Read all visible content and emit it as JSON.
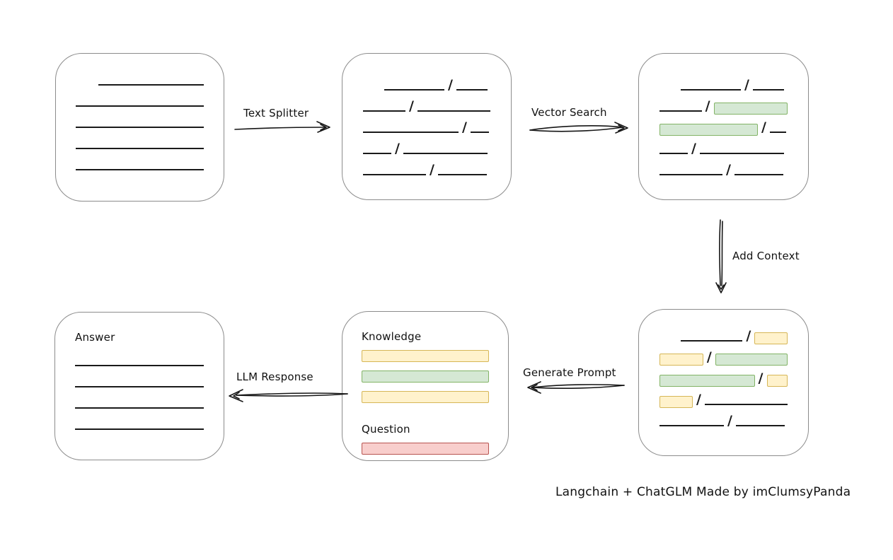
{
  "caption": "Langchain + ChatGLM Made by imClumsyPanda",
  "glyphs": {
    "slash": "/"
  },
  "colors": {
    "green_fill": "#d5e8d4",
    "green_border": "#82b366",
    "yellow_fill": "#fff2cc",
    "yellow_border": "#d6b656",
    "red_fill": "#f8cecc",
    "red_border": "#b85450",
    "stroke": "#1a1a1a",
    "node_border": "#8c8c8c"
  },
  "arrows": {
    "text_splitter": {
      "label": "Text Splitter",
      "direction": "right"
    },
    "vector_search": {
      "label": "Vector Search",
      "direction": "right"
    },
    "add_context": {
      "label": "Add Context",
      "direction": "down"
    },
    "generate_prompt": {
      "label": "Generate Prompt",
      "direction": "left"
    },
    "llm_response": {
      "label": "LLM Response",
      "direction": "left"
    }
  },
  "boxes": {
    "document": {
      "rows": [
        {
          "indent": 32,
          "segments": [
            {
              "kind": "line",
              "w": 150
            }
          ]
        },
        {
          "segments": [
            {
              "kind": "line",
              "w": 182
            }
          ]
        },
        {
          "segments": [
            {
              "kind": "line",
              "w": 182
            }
          ]
        },
        {
          "segments": [
            {
              "kind": "line",
              "w": 182
            }
          ]
        },
        {
          "segments": [
            {
              "kind": "line",
              "w": 182
            }
          ]
        }
      ]
    },
    "chunks": {
      "rows": [
        {
          "indent": 30,
          "segments": [
            {
              "kind": "line",
              "w": 85
            },
            {
              "kind": "slash"
            },
            {
              "kind": "line",
              "w": 44
            }
          ]
        },
        {
          "segments": [
            {
              "kind": "line",
              "w": 60
            },
            {
              "kind": "slash"
            },
            {
              "kind": "line",
              "w": 103
            }
          ]
        },
        {
          "segments": [
            {
              "kind": "line",
              "w": 135
            },
            {
              "kind": "slash"
            },
            {
              "kind": "line",
              "w": 26
            }
          ]
        },
        {
          "segments": [
            {
              "kind": "line",
              "w": 40
            },
            {
              "kind": "slash"
            },
            {
              "kind": "line",
              "w": 119
            }
          ]
        },
        {
          "segments": [
            {
              "kind": "line",
              "w": 89
            },
            {
              "kind": "slash"
            },
            {
              "kind": "line",
              "w": 69
            }
          ]
        }
      ]
    },
    "search_results": {
      "rows": [
        {
          "indent": 30,
          "segments": [
            {
              "kind": "line",
              "w": 85
            },
            {
              "kind": "slash"
            },
            {
              "kind": "line",
              "w": 44
            }
          ]
        },
        {
          "segments": [
            {
              "kind": "line",
              "w": 60
            },
            {
              "kind": "slash"
            },
            {
              "kind": "bar",
              "color": "green",
              "w": 103
            }
          ]
        },
        {
          "segments": [
            {
              "kind": "bar",
              "color": "green",
              "w": 137
            },
            {
              "kind": "slash"
            },
            {
              "kind": "line",
              "w": 23
            }
          ]
        },
        {
          "segments": [
            {
              "kind": "line",
              "w": 40
            },
            {
              "kind": "slash"
            },
            {
              "kind": "line",
              "w": 119
            }
          ]
        },
        {
          "segments": [
            {
              "kind": "line",
              "w": 89
            },
            {
              "kind": "slash"
            },
            {
              "kind": "line",
              "w": 69
            }
          ]
        }
      ]
    },
    "context": {
      "rows": [
        {
          "indent": 30,
          "segments": [
            {
              "kind": "line",
              "w": 88
            },
            {
              "kind": "slash"
            },
            {
              "kind": "bar",
              "color": "yellow",
              "w": 45
            }
          ]
        },
        {
          "segments": [
            {
              "kind": "bar",
              "color": "yellow",
              "w": 61
            },
            {
              "kind": "slash"
            },
            {
              "kind": "bar",
              "color": "green",
              "w": 102
            }
          ]
        },
        {
          "segments": [
            {
              "kind": "bar",
              "color": "green",
              "w": 135
            },
            {
              "kind": "slash"
            },
            {
              "kind": "bar",
              "color": "yellow",
              "w": 28
            }
          ]
        },
        {
          "segments": [
            {
              "kind": "bar",
              "color": "yellow",
              "w": 45
            },
            {
              "kind": "slash"
            },
            {
              "kind": "line",
              "w": 117
            }
          ]
        },
        {
          "segments": [
            {
              "kind": "line",
              "w": 91
            },
            {
              "kind": "slash"
            },
            {
              "kind": "line",
              "w": 69
            }
          ]
        }
      ]
    },
    "prompt": {
      "knowledge_label": "Knowledge",
      "question_label": "Question",
      "knowledge_rows": [
        {
          "segments": [
            {
              "kind": "bar",
              "color": "yellow",
              "w": 180
            }
          ]
        },
        {
          "segments": [
            {
              "kind": "bar",
              "color": "green",
              "w": 180
            }
          ]
        },
        {
          "segments": [
            {
              "kind": "bar",
              "color": "yellow",
              "w": 180
            }
          ]
        }
      ],
      "question_rows": [
        {
          "segments": [
            {
              "kind": "bar",
              "color": "red",
              "w": 180
            }
          ]
        }
      ]
    },
    "answer": {
      "heading": "Answer",
      "rows": [
        {
          "segments": [
            {
              "kind": "line",
              "w": 182
            }
          ]
        },
        {
          "segments": [
            {
              "kind": "line",
              "w": 182
            }
          ]
        },
        {
          "segments": [
            {
              "kind": "line",
              "w": 182
            }
          ]
        },
        {
          "segments": [
            {
              "kind": "line",
              "w": 182
            }
          ]
        }
      ]
    }
  }
}
